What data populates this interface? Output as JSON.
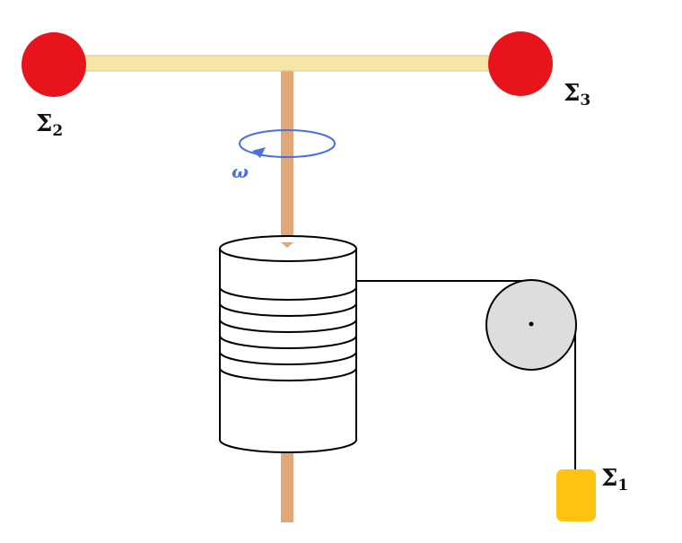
{
  "labels": {
    "sigma2": {
      "symbol": "Σ",
      "sub": "2"
    },
    "sigma3": {
      "symbol": "Σ",
      "sub": "3"
    },
    "sigma1": {
      "symbol": "Σ",
      "sub": "1"
    },
    "omega": "ω"
  },
  "colors": {
    "sphere": "#e8141c",
    "rod": "#f5e6a8",
    "axle": "#e0a878",
    "pulley": "#dddddd",
    "weight": "#ffc20e",
    "omega_arrow": "#4a6fe0",
    "line": "#000000"
  }
}
